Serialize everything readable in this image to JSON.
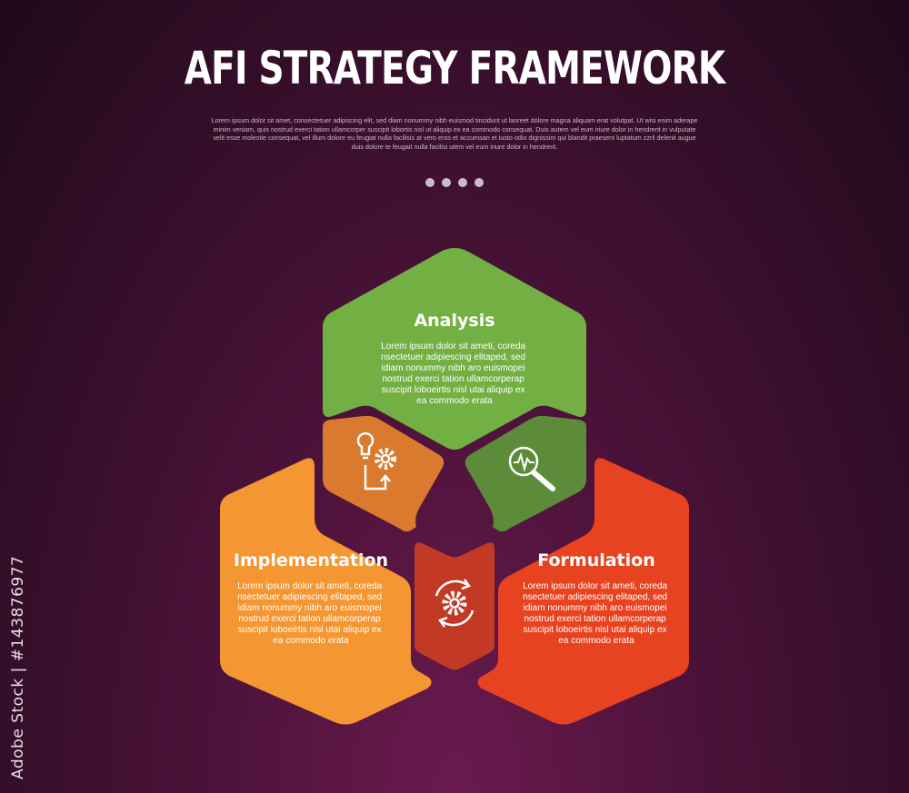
{
  "header": {
    "title": "AFI STRATEGY FRAMEWORK",
    "subtitle_lines": [
      "Lorem ipsum dolor sit amet, consectetuer adipiscing elit, sed diam nonummy nibh euismod tincidunt ut laoreet dolore magna aliquam erat volutpat. Ut wisi enim aderape",
      "minim veniam, quis nostrud exerci tation ullamcorper suscipit lobortis nisl ut aliquip ex ea commodo consequat. Duis autem vel eum iriure dolor in hendrerit in vulputate",
      "velit esse molestie consequat, vel illum dolore eu feugiat nulla facilisis at vero eros et accumsan et iusto odio dignissim qui blandit praesent luptatum zzril delenit augue",
      "duis dolore te feugait nulla facilisi utem vel eum iriure dolor in hendrerit."
    ],
    "page_dot_count": 4
  },
  "cards": [
    {
      "title": "Analysis",
      "color": "#72b043",
      "lines": [
        "Lorem ipsum dolor sit ameti, coreda",
        "nsectetuer adipiescing elitaped, sed",
        "idiam nonummy nibh aro euismopei",
        "nostrud exerci tation ullamcorperap",
        "suscipit loboeirtis nisl utai aliquip ex",
        "ea commodo erata"
      ]
    },
    {
      "title": "Implementation",
      "color": "#f49631",
      "lines": [
        "Lorem ipsum dolor sit ameti, coreda",
        "nsectetuer adipiescing elitaped, sed",
        "idiam nonummy nibh aro euismopei",
        "nostrud exerci tation ullamcorperap",
        "suscipit loboeirtis nisl utai aliquip ex",
        "ea commodo erata"
      ]
    },
    {
      "title": "Formulation",
      "color": "#e84321",
      "lines": [
        "Lorem ipsum dolor sit ameti, coreda",
        "nsectetuer adipiescing elitaped, sed",
        "idiam nonummy nibh aro euismopei",
        "nostrud exerci tation ullamcorperap",
        "suscipit loboeirtis nisl utai aliquip ex",
        "ea commodo erata"
      ]
    }
  ],
  "icons": [
    {
      "name": "idea-gear-cycle-icon",
      "color": "#d97a2f"
    },
    {
      "name": "magnifier-pulse-icon",
      "color": "#5c8c3a"
    },
    {
      "name": "gear-refresh-icon",
      "color": "#c23a26"
    }
  ],
  "watermark": {
    "brand": "Adobe Stock",
    "side_text": "Adobe Stock | #143876977"
  }
}
